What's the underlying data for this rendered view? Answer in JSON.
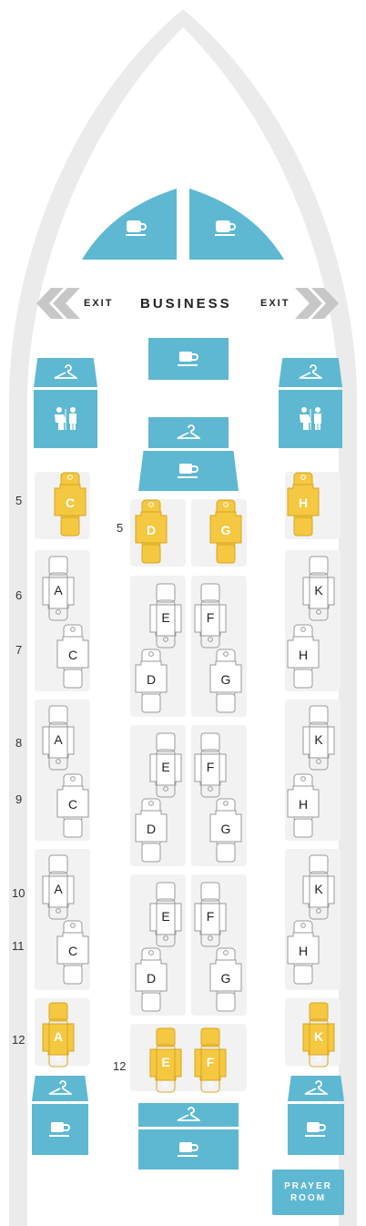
{
  "cabin": {
    "title": "BUSINESS",
    "exit_left": "EXIT",
    "exit_right": "EXIT"
  },
  "colors": {
    "facility": "#5eb8d2",
    "highlight_seat": "#f5c842",
    "seat_outline": "#9a9a9a",
    "fuselage": "#ebebeb"
  },
  "row_labels": {
    "r5a": "5",
    "r5b": "5",
    "r6": "6",
    "r7": "7",
    "r8": "8",
    "r9": "9",
    "r10": "10",
    "r11": "11",
    "r12a": "12",
    "r12b": "12"
  },
  "seats": [
    {
      "id": "5C",
      "letter": "C",
      "highlighted": true,
      "facing": "up"
    },
    {
      "id": "5H",
      "letter": "H",
      "highlighted": true,
      "facing": "up"
    },
    {
      "id": "5D",
      "letter": "D",
      "highlighted": true,
      "facing": "up"
    },
    {
      "id": "5G",
      "letter": "G",
      "highlighted": true,
      "facing": "up"
    },
    {
      "id": "6A",
      "letter": "A",
      "highlighted": false,
      "facing": "down"
    },
    {
      "id": "7C",
      "letter": "C",
      "highlighted": false,
      "facing": "up"
    },
    {
      "id": "6K",
      "letter": "K",
      "highlighted": false,
      "facing": "down"
    },
    {
      "id": "7H",
      "letter": "H",
      "highlighted": false,
      "facing": "up"
    },
    {
      "id": "6E",
      "letter": "E",
      "highlighted": false,
      "facing": "down"
    },
    {
      "id": "6F",
      "letter": "F",
      "highlighted": false,
      "facing": "down"
    },
    {
      "id": "7D",
      "letter": "D",
      "highlighted": false,
      "facing": "up"
    },
    {
      "id": "7G",
      "letter": "G",
      "highlighted": false,
      "facing": "up"
    },
    {
      "id": "8A",
      "letter": "A",
      "highlighted": false,
      "facing": "down"
    },
    {
      "id": "9C",
      "letter": "C",
      "highlighted": false,
      "facing": "up"
    },
    {
      "id": "8K",
      "letter": "K",
      "highlighted": false,
      "facing": "down"
    },
    {
      "id": "9H",
      "letter": "H",
      "highlighted": false,
      "facing": "up"
    },
    {
      "id": "8E",
      "letter": "E",
      "highlighted": false,
      "facing": "down"
    },
    {
      "id": "8F",
      "letter": "F",
      "highlighted": false,
      "facing": "down"
    },
    {
      "id": "9D",
      "letter": "D",
      "highlighted": false,
      "facing": "up"
    },
    {
      "id": "9G",
      "letter": "G",
      "highlighted": false,
      "facing": "up"
    },
    {
      "id": "10A",
      "letter": "A",
      "highlighted": false,
      "facing": "down"
    },
    {
      "id": "11C",
      "letter": "C",
      "highlighted": false,
      "facing": "up"
    },
    {
      "id": "10K",
      "letter": "K",
      "highlighted": false,
      "facing": "down"
    },
    {
      "id": "11H",
      "letter": "H",
      "highlighted": false,
      "facing": "up"
    },
    {
      "id": "10E",
      "letter": "E",
      "highlighted": false,
      "facing": "down"
    },
    {
      "id": "10F",
      "letter": "F",
      "highlighted": false,
      "facing": "down"
    },
    {
      "id": "11D",
      "letter": "D",
      "highlighted": false,
      "facing": "up"
    },
    {
      "id": "11G",
      "letter": "G",
      "highlighted": false,
      "facing": "up"
    },
    {
      "id": "12A",
      "letter": "A",
      "highlighted": true,
      "facing": "down"
    },
    {
      "id": "12K",
      "letter": "K",
      "highlighted": true,
      "facing": "down"
    },
    {
      "id": "12E",
      "letter": "E",
      "highlighted": true,
      "facing": "down"
    },
    {
      "id": "12F",
      "letter": "F",
      "highlighted": true,
      "facing": "down"
    }
  ],
  "facilities": {
    "galley": "galley-icon",
    "closet": "closet-icon",
    "lavatory": "lavatory-icon",
    "prayer_room": "PRAYER ROOM",
    "prayer_room_line1": "PRAYER",
    "prayer_room_line2": "ROOM"
  }
}
